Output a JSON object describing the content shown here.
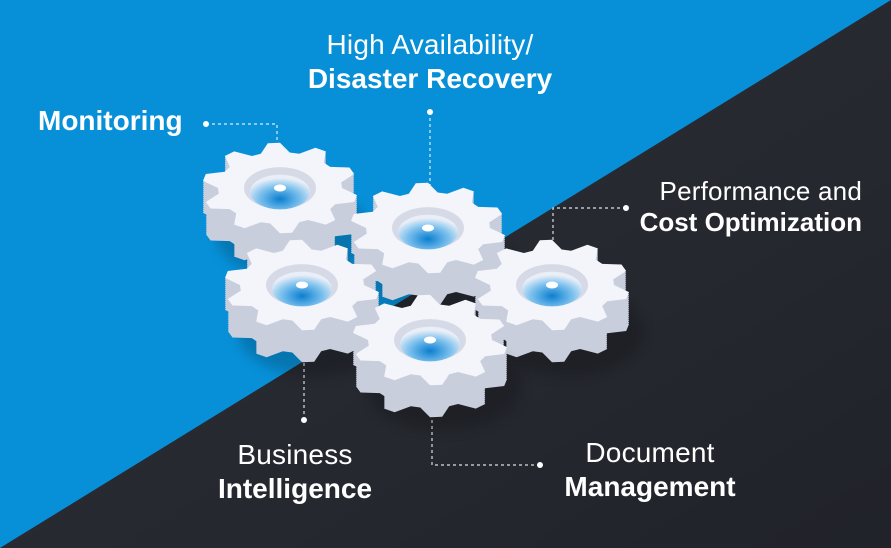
{
  "colors": {
    "top_left_bg": "#0790d8",
    "bottom_right_bg": "#262930",
    "gear_face": "#f3f5fb",
    "gear_side": "#c9cedd",
    "hole_accent": "#1e8fd8",
    "connector": "#ffffff"
  },
  "labels": {
    "monitoring": {
      "line1": "Monitoring"
    },
    "high_availability": {
      "line1": "High Availability/",
      "line2": "Disaster Recovery"
    },
    "performance": {
      "line1": "Performance and",
      "line2": "Cost Optimization"
    },
    "business_intelligence": {
      "line1": "Business",
      "line2": "Intelligence"
    },
    "document_management": {
      "line1": "Document",
      "line2": "Management"
    }
  },
  "icons": [
    "gear-icon"
  ]
}
